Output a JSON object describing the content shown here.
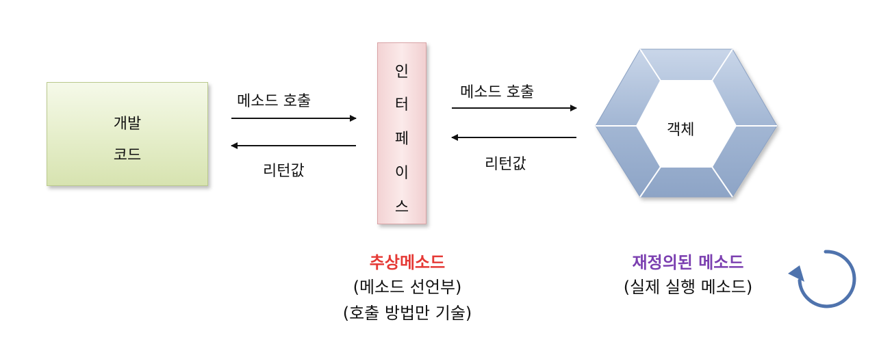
{
  "dev_code": {
    "line1": "개발",
    "line2": "코드"
  },
  "interface": {
    "chars": [
      "인",
      "터",
      "페",
      "이",
      "스"
    ]
  },
  "left_arrows": {
    "call_label": "메소드 호출",
    "return_label": "리턴값"
  },
  "right_arrows": {
    "call_label": "메소드 호출",
    "return_label": "리턴값"
  },
  "object": {
    "label": "객체"
  },
  "abstract_method": {
    "title": "추상메소드",
    "line1": "(메소드 선언부)",
    "line2": "(호출 방법만 기술)"
  },
  "override_method": {
    "title": "재정의된 메소드",
    "line1": "(실제 실행 메소드)"
  },
  "colors": {
    "abstract_title": "#e53935",
    "override_title": "#7b3fb0",
    "hex_fill": "#a9bcd8",
    "cycle_arrow": "#4f73ad"
  },
  "icons": {
    "cycle": "circular-arrow-icon"
  }
}
